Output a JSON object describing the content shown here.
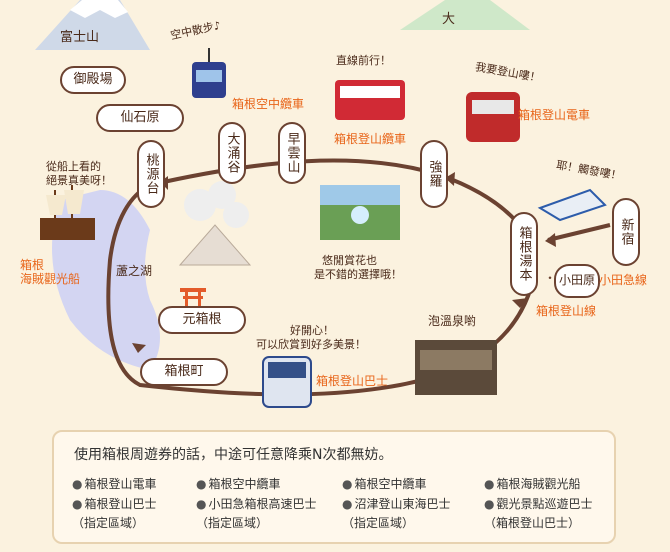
{
  "mountains": {
    "fuji_label": "富士山",
    "top_label": "大"
  },
  "stations": {
    "gotemba": "御殿場",
    "sengokuhara": "仙石原",
    "togendai": "桃源台",
    "owakudani": "大涌谷",
    "sounzan": "早雲山",
    "gora": "強羅",
    "hakone_yumoto": "箱根湯本",
    "shinjuku": "新宿",
    "odawara": "小田原",
    "motohakone": "元箱根",
    "hakonemachi": "箱根町",
    "lake": "蘆之湖"
  },
  "captions": {
    "ropeway_speech": "空中散步♪",
    "ropeway": "箱根空中纜車",
    "cable_speech": "直線前行！",
    "cable": "箱根登山纜車",
    "railway_speech": "我要登山嘍！",
    "railway": "箱根登山電車",
    "romancecar_speech": "耶！觸發嘍！",
    "odakyu": "小田急線",
    "tozan_line": "箱根登山線",
    "ship_speech_1": "從船上看的",
    "ship_speech_2": "絕景真美呀！",
    "pirate_1": "箱根",
    "pirate_2": "海賊觀光船",
    "flower_1": "悠閒賞花也",
    "flower_2": "是不錯的選擇哦！",
    "onsen": "泡溫泉喲",
    "bus_speech_1": "好開心！",
    "bus_speech_2": "可以欣賞到好多美景！",
    "bus": "箱根登山巴士"
  },
  "legend": {
    "title": "使用箱根周遊券的話，中途可任意降乘N次都無妨。",
    "items": [
      "箱根登山電車",
      "箱根空中纜車",
      "箱根空中纜車",
      "箱根海賊觀光船",
      "箱根登山巴士",
      "小田急箱根高速巴士",
      "沼津登山東海巴士",
      "觀光景點巡遊巴士"
    ],
    "subs": [
      "（指定區域）",
      "（指定區域）",
      "（指定區域）",
      "（箱根登山巴士）"
    ]
  }
}
